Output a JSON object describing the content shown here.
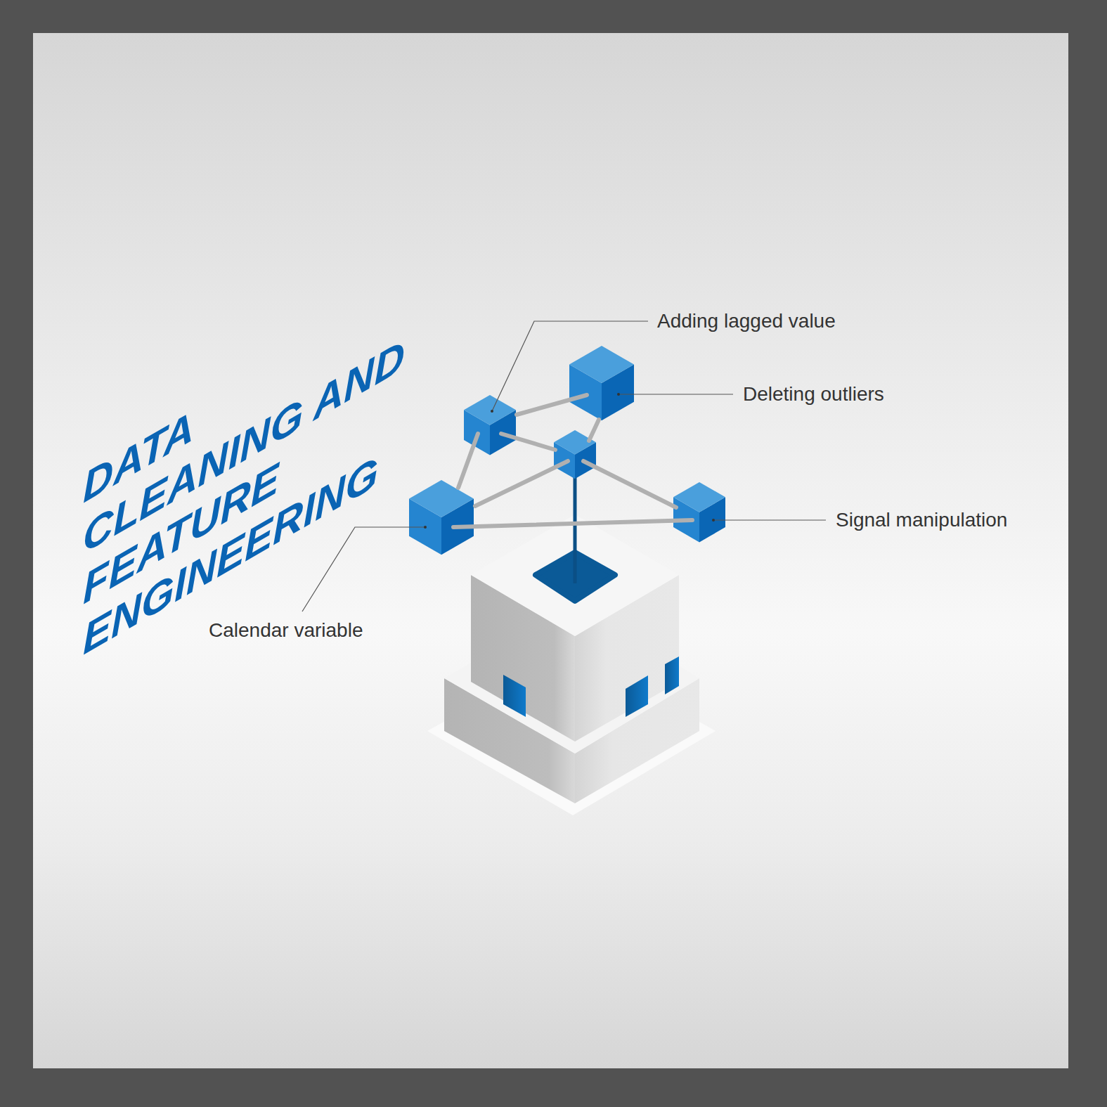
{
  "diagram": {
    "title": "DATA CLEANING AND FEATURE ENGINEERING",
    "labels": [
      "Adding lagged value",
      "Deleting outliers",
      "Signal manipulation",
      "Calendar variable"
    ]
  }
}
